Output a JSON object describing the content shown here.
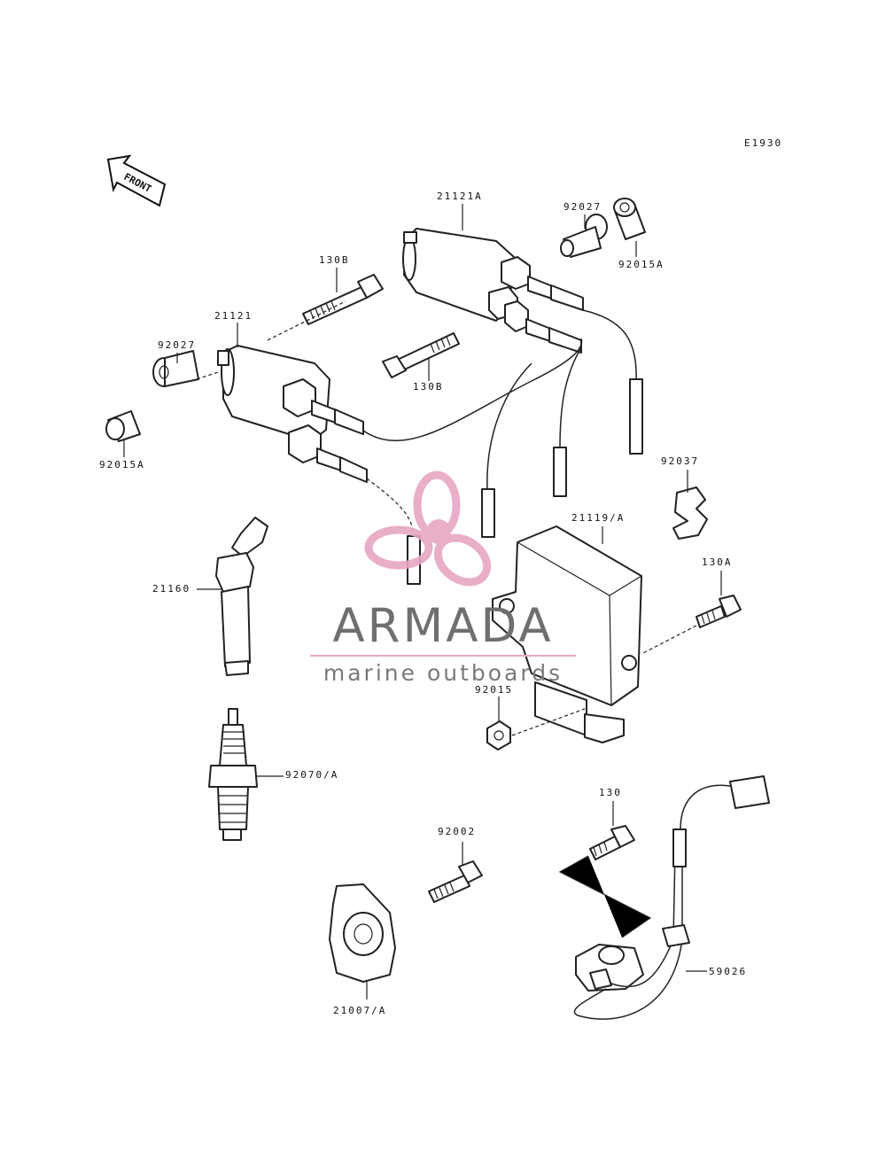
{
  "drawing_code": "E1930",
  "direction_label": "FRONT",
  "watermark": {
    "brand": "ARMADA",
    "tagline": "marine outboards",
    "accent_color": "#e7a6c3",
    "text_color": "#6f6f6f"
  },
  "part_labels": {
    "coil_a": "21121A",
    "coil_main": "21121",
    "cap_right": "92027",
    "sleeve_right": "92015A",
    "bolt_top": "130B",
    "bolt_mid": "130B",
    "cap_left": "92027",
    "sleeve_left": "92015A",
    "clamp": "92037",
    "cdi_unit": "21119/A",
    "bolt_cdi": "130A",
    "plug_cap": "21160",
    "nut": "92015",
    "spark_plug": "92070/A",
    "bolt_pickup": "130",
    "bolt_rotor": "92002",
    "rotor": "21007/A",
    "pickup_coil": "59026"
  }
}
